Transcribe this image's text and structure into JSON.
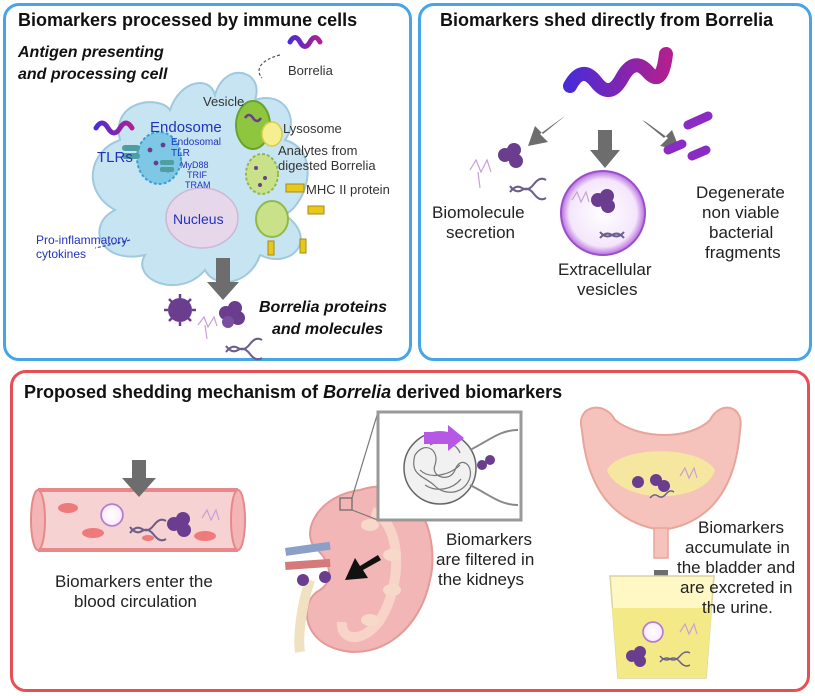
{
  "panel1": {
    "title": "Biomarkers processed by immune cells",
    "subtitle_line1": "Antigen presenting",
    "subtitle_line2": "and processing cell",
    "labels": {
      "borrelia": "Borrelia",
      "vesicle": "Vesicle",
      "lysosome": "Lysosome",
      "endosome": "Endosome",
      "endosomal": "Endosomal",
      "tlr": "TLR",
      "tlrs": "TLRs",
      "myd88": "MyD88",
      "trif": "TRIF",
      "tram": "TRAM",
      "analytes_line1": "Analytes from",
      "analytes_line2": "digested Borrelia",
      "mhc": "MHC II protein",
      "nucleus": "Nucleus",
      "cytokines_line1": "Pro-inflammatory",
      "cytokines_line2": "cytokines",
      "proteins_line1": "Borrelia proteins",
      "proteins_line2": "and molecules"
    }
  },
  "panel2": {
    "title": "Biomarkers shed directly from Borrelia",
    "secretion_line1": "Biomolecule",
    "secretion_line2": "secretion",
    "vesicles_line1": "Extracellular",
    "vesicles_line2": "vesicles",
    "fragments_line1": "Degenerate",
    "fragments_line2": "non viable",
    "fragments_line3": "bacterial",
    "fragments_line4": "fragments"
  },
  "panel3": {
    "title_prefix": "Proposed shedding mechanism of ",
    "title_italic": "Borrelia",
    "title_suffix": " derived biomarkers",
    "blood_line1": "Biomarkers enter the",
    "blood_line2": "blood circulation",
    "kidney_line1": "Biomarkers",
    "kidney_line2": "are filtered in",
    "kidney_line3": "the kidneys",
    "bladder_line1": "Biomarkers",
    "bladder_line2": "accumulate in",
    "bladder_line3": "the bladder and",
    "bladder_line4": "are excreted in",
    "bladder_line5": "the urine."
  },
  "colors": {
    "panel_border_blue": "#45a5e6",
    "panel_border_red": "#e84f55",
    "protein_purple": "#6a3d8f",
    "arrow_gray": "#6d6d6d",
    "spirochete_purple": "#8a2be2",
    "cell_blue": "#c7e4f2"
  }
}
